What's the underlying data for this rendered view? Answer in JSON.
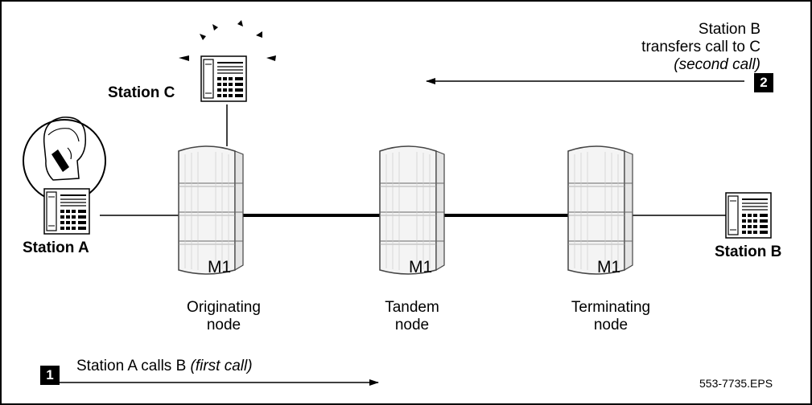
{
  "figure_id": "553-7735.EPS",
  "stations": {
    "a": "Station A",
    "b": "Station B",
    "c": "Station C"
  },
  "nodes": [
    {
      "system": "M1",
      "line1": "Originating",
      "line2": "node"
    },
    {
      "system": "M1",
      "line1": "Tandem",
      "line2": "node"
    },
    {
      "system": "M1",
      "line1": "Terminating",
      "line2": "node"
    }
  ],
  "step1": {
    "number": "1",
    "text": "Station A calls B",
    "qualifier": "(first call)"
  },
  "step2": {
    "number": "2",
    "line1": "Station B",
    "line2": "transfers call to C",
    "qualifier": "(second call)"
  }
}
